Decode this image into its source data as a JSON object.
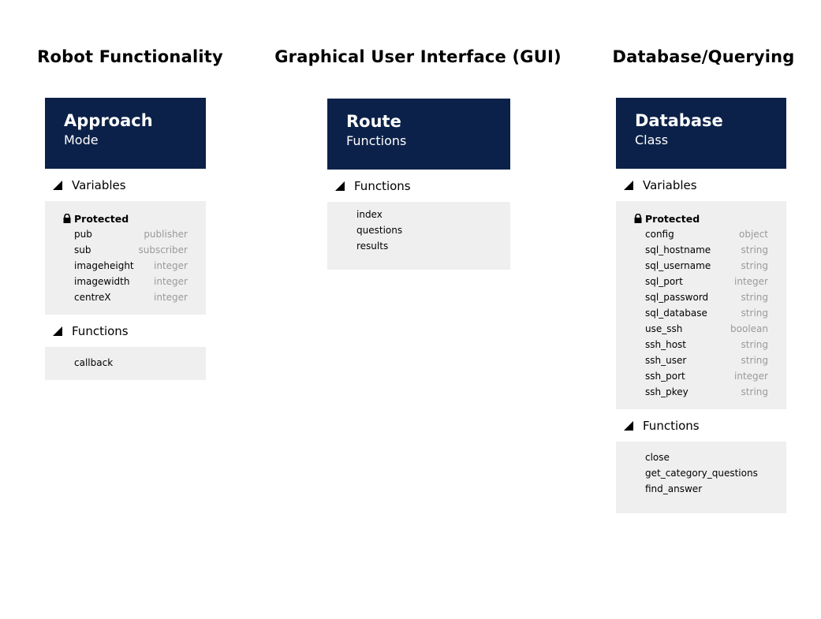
{
  "columns": [
    {
      "title": "Robot Functionality",
      "card": {
        "name": "Approach",
        "subtitle": "Mode",
        "variables_label": "Variables",
        "protected_label": "Protected",
        "variables": [
          {
            "name": "pub",
            "type": "publisher"
          },
          {
            "name": "sub",
            "type": "subscriber"
          },
          {
            "name": "imageheight",
            "type": "integer"
          },
          {
            "name": "imagewidth",
            "type": "integer"
          },
          {
            "name": "centreX",
            "type": "integer"
          }
        ],
        "functions_label": "Functions",
        "functions": [
          "callback"
        ]
      }
    },
    {
      "title": "Graphical User Interface (GUI)",
      "card": {
        "name": "Route",
        "subtitle": "Functions",
        "functions_label": "Functions",
        "functions": [
          "index",
          "questions",
          "results"
        ]
      }
    },
    {
      "title": "Database/Querying",
      "card": {
        "name": "Database",
        "subtitle": "Class",
        "variables_label": "Variables",
        "protected_label": "Protected",
        "variables": [
          {
            "name": "config",
            "type": "object"
          },
          {
            "name": "sql_hostname",
            "type": "string"
          },
          {
            "name": "sql_username",
            "type": "string"
          },
          {
            "name": "sql_port",
            "type": "integer"
          },
          {
            "name": "sql_password",
            "type": "string"
          },
          {
            "name": "sql_database",
            "type": "string"
          },
          {
            "name": "use_ssh",
            "type": "boolean"
          },
          {
            "name": "ssh_host",
            "type": "string"
          },
          {
            "name": "ssh_user",
            "type": "string"
          },
          {
            "name": "ssh_port",
            "type": "integer"
          },
          {
            "name": "ssh_pkey",
            "type": "string"
          }
        ],
        "functions_label": "Functions",
        "functions": [
          "close",
          "get_category_questions",
          "find_answer"
        ]
      }
    }
  ]
}
